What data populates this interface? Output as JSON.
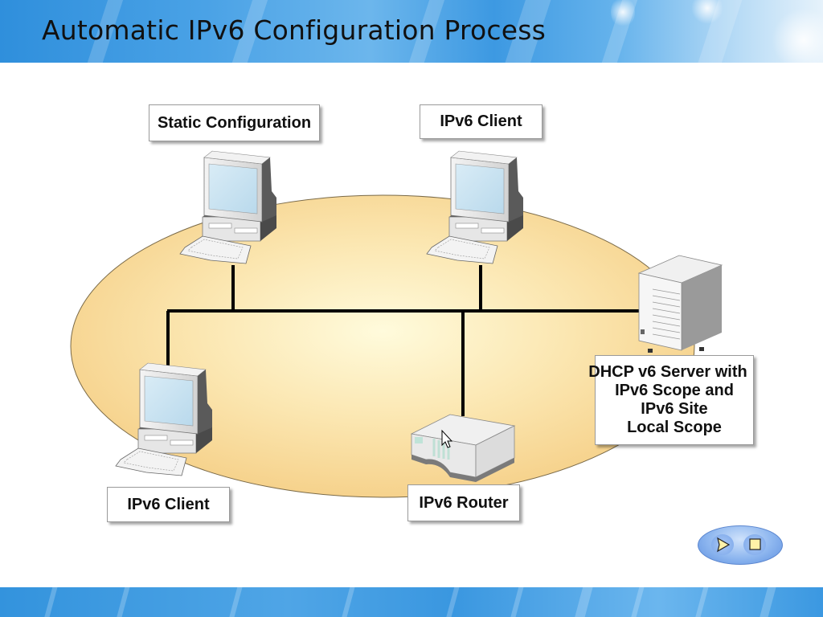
{
  "slide": {
    "title": "Automatic IPv6 Configuration Process"
  },
  "diagram": {
    "network_area_color": "#f8d48c",
    "link_color": "#000000",
    "nodes": [
      {
        "id": "static-pc",
        "type": "desktop-computer",
        "label": "Static Configuration"
      },
      {
        "id": "client-top",
        "type": "desktop-computer",
        "label": "IPv6 Client"
      },
      {
        "id": "client-bottom",
        "type": "desktop-computer",
        "label": "IPv6 Client"
      },
      {
        "id": "router",
        "type": "router",
        "label": "IPv6 Router"
      },
      {
        "id": "dhcp-server",
        "type": "server",
        "label_lines": [
          "DHCP v6 Server with",
          "IPv6 Scope and",
          "IPv6 Site",
          "Local Scope"
        ]
      }
    ]
  },
  "navigation": {
    "play_icon": "play-icon",
    "stop_icon": "stop-icon"
  }
}
